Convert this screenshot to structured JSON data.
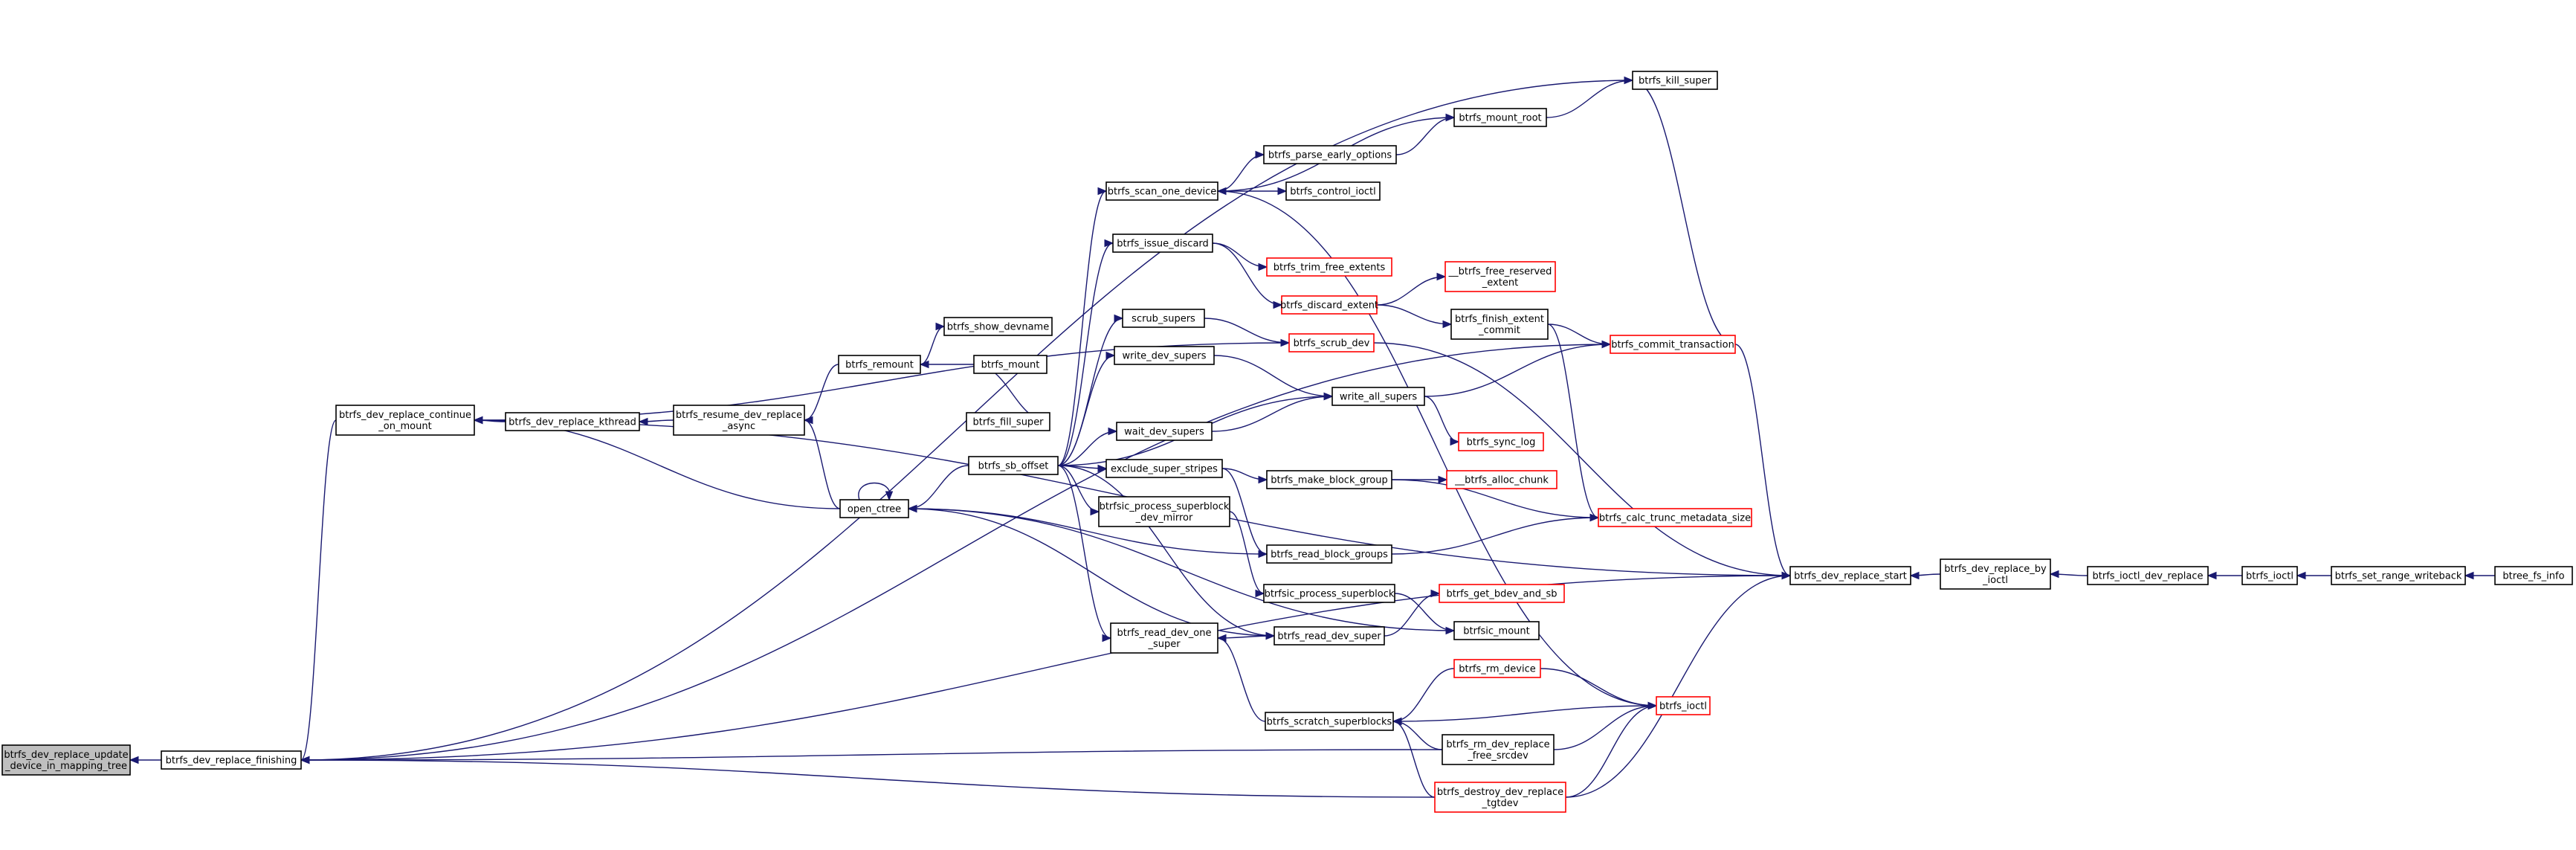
{
  "colors": {
    "edge": "#191970",
    "box_border": "#000000",
    "box_border_red": "#ff0000",
    "box_fill": "#ffffff",
    "root_fill": "#bfbfbf",
    "text": "#000000"
  },
  "nodes": [
    {
      "id": "root",
      "lines": [
        "btrfs_dev_replace_update",
        "_device_in_mapping_tree"
      ],
      "style": "root"
    },
    {
      "id": "finishing",
      "lines": [
        "btrfs_dev_replace_finishing"
      ],
      "style": "normal"
    },
    {
      "id": "continue_on_mount",
      "lines": [
        "btrfs_dev_replace_continue",
        "_on_mount"
      ],
      "style": "normal"
    },
    {
      "id": "kthread",
      "lines": [
        "btrfs_dev_replace_kthread"
      ],
      "style": "normal"
    },
    {
      "id": "resume_async",
      "lines": [
        "btrfs_resume_dev_replace",
        "_async"
      ],
      "style": "normal"
    },
    {
      "id": "remount",
      "lines": [
        "btrfs_remount"
      ],
      "style": "normal"
    },
    {
      "id": "show_devname",
      "lines": [
        "btrfs_show_devname"
      ],
      "style": "normal"
    },
    {
      "id": "mount",
      "lines": [
        "btrfs_mount"
      ],
      "style": "normal"
    },
    {
      "id": "open_ctree",
      "lines": [
        "open_ctree"
      ],
      "style": "normal"
    },
    {
      "id": "fill_super",
      "lines": [
        "btrfs_fill_super"
      ],
      "style": "normal"
    },
    {
      "id": "sb_offset",
      "lines": [
        "btrfs_sb_offset"
      ],
      "style": "normal"
    },
    {
      "id": "scan_one_device",
      "lines": [
        "btrfs_scan_one_device"
      ],
      "style": "normal"
    },
    {
      "id": "issue_discard",
      "lines": [
        "btrfs_issue_discard"
      ],
      "style": "normal"
    },
    {
      "id": "scrub_supers",
      "lines": [
        "scrub_supers"
      ],
      "style": "normal"
    },
    {
      "id": "write_dev_supers",
      "lines": [
        "write_dev_supers"
      ],
      "style": "normal"
    },
    {
      "id": "wait_dev_supers",
      "lines": [
        "wait_dev_supers"
      ],
      "style": "normal"
    },
    {
      "id": "exclude_super_stripes",
      "lines": [
        "exclude_super_stripes"
      ],
      "style": "normal"
    },
    {
      "id": "process_superblock_dev_mirror",
      "lines": [
        "btrfsic_process_superblock",
        "_dev_mirror"
      ],
      "style": "normal"
    },
    {
      "id": "read_dev_one_super",
      "lines": [
        "btrfs_read_dev_one",
        "_super"
      ],
      "style": "normal"
    },
    {
      "id": "mount_root",
      "lines": [
        "btrfs_mount_root"
      ],
      "style": "normal"
    },
    {
      "id": "parse_early_options",
      "lines": [
        "btrfs_parse_early_options"
      ],
      "style": "normal"
    },
    {
      "id": "control_ioctl",
      "lines": [
        "btrfs_control_ioctl"
      ],
      "style": "normal"
    },
    {
      "id": "trim_free_extents",
      "lines": [
        "btrfs_trim_free_extents"
      ],
      "style": "red"
    },
    {
      "id": "discard_extent",
      "lines": [
        "btrfs_discard_extent"
      ],
      "style": "red"
    },
    {
      "id": "scrub_dev",
      "lines": [
        "btrfs_scrub_dev"
      ],
      "style": "red"
    },
    {
      "id": "write_all_supers",
      "lines": [
        "write_all_supers"
      ],
      "style": "normal"
    },
    {
      "id": "sync_log",
      "lines": [
        "btrfs_sync_log"
      ],
      "style": "red"
    },
    {
      "id": "make_block_group",
      "lines": [
        "btrfs_make_block_group"
      ],
      "style": "normal"
    },
    {
      "id": "alloc_chunk",
      "lines": [
        "__btrfs_alloc_chunk"
      ],
      "style": "red"
    },
    {
      "id": "read_block_groups",
      "lines": [
        "btrfs_read_block_groups"
      ],
      "style": "normal"
    },
    {
      "id": "process_superblock",
      "lines": [
        "btrfsic_process_superblock"
      ],
      "style": "normal"
    },
    {
      "id": "read_dev_super",
      "lines": [
        "btrfs_read_dev_super"
      ],
      "style": "normal"
    },
    {
      "id": "get_bdev_and_sb",
      "lines": [
        "btrfs_get_bdev_and_sb"
      ],
      "style": "red"
    },
    {
      "id": "btrfsic_mount",
      "lines": [
        "btrfsic_mount"
      ],
      "style": "normal"
    },
    {
      "id": "rm_device",
      "lines": [
        "btrfs_rm_device"
      ],
      "style": "red"
    },
    {
      "id": "scratch_superblocks",
      "lines": [
        "btrfs_scratch_superblocks"
      ],
      "style": "normal"
    },
    {
      "id": "rm_dev_replace_free_srcdev",
      "lines": [
        "btrfs_rm_dev_replace",
        "_free_srcdev"
      ],
      "style": "normal"
    },
    {
      "id": "destroy_dev_replace_tgtdev",
      "lines": [
        "btrfs_destroy_dev_replace",
        "_tgtdev"
      ],
      "style": "red"
    },
    {
      "id": "free_reserved_extent",
      "lines": [
        "__btrfs_free_reserved",
        "_extent"
      ],
      "style": "red"
    },
    {
      "id": "finish_extent_commit",
      "lines": [
        "btrfs_finish_extent",
        "_commit"
      ],
      "style": "normal"
    },
    {
      "id": "commit_transaction",
      "lines": [
        "btrfs_commit_transaction"
      ],
      "style": "red"
    },
    {
      "id": "calc_trunc_metadata_size",
      "lines": [
        "btrfs_calc_trunc_metadata_size"
      ],
      "style": "red"
    },
    {
      "id": "btrfs_ioctl_op",
      "lines": [
        "btrfs_ioctl"
      ],
      "style": "red"
    },
    {
      "id": "kill_super",
      "lines": [
        "btrfs_kill_super"
      ],
      "style": "normal"
    },
    {
      "id": "replace_start",
      "lines": [
        "btrfs_dev_replace_start"
      ],
      "style": "normal"
    },
    {
      "id": "replace_by_ioctl",
      "lines": [
        "btrfs_dev_replace_by",
        "_ioctl"
      ],
      "style": "normal"
    },
    {
      "id": "ioctl_dev_replace",
      "lines": [
        "btrfs_ioctl_dev_replace"
      ],
      "style": "normal"
    },
    {
      "id": "btrfs_ioctl",
      "lines": [
        "btrfs_ioctl"
      ],
      "style": "normal"
    },
    {
      "id": "set_range_writeback",
      "lines": [
        "btrfs_set_range_writeback"
      ],
      "style": "normal"
    },
    {
      "id": "btree_fs_info",
      "lines": [
        "btree_fs_info"
      ],
      "style": "normal"
    }
  ],
  "edges": [
    [
      "finishing",
      "root"
    ],
    [
      "continue_on_mount",
      "finishing"
    ],
    [
      "kthread",
      "continue_on_mount"
    ],
    [
      "resume_async",
      "kthread"
    ],
    [
      "remount",
      "resume_async"
    ],
    [
      "open_ctree",
      "resume_async"
    ],
    [
      "mount",
      "remount"
    ],
    [
      "remount",
      "show_devname"
    ],
    [
      "open_ctree",
      "continue_on_mount"
    ],
    [
      "open_ctree",
      "open_ctree"
    ],
    [
      "fill_super",
      "mount"
    ],
    [
      "sb_offset",
      "open_ctree"
    ],
    [
      "sb_offset",
      "scan_one_device"
    ],
    [
      "sb_offset",
      "issue_discard"
    ],
    [
      "sb_offset",
      "scrub_supers"
    ],
    [
      "sb_offset",
      "write_dev_supers"
    ],
    [
      "sb_offset",
      "wait_dev_supers"
    ],
    [
      "sb_offset",
      "exclude_super_stripes"
    ],
    [
      "sb_offset",
      "process_superblock_dev_mirror"
    ],
    [
      "sb_offset",
      "read_dev_one_super"
    ],
    [
      "sb_offset",
      "read_dev_super"
    ],
    [
      "sb_offset",
      "write_all_supers"
    ],
    [
      "scan_one_device",
      "mount_root"
    ],
    [
      "scan_one_device",
      "parse_early_options"
    ],
    [
      "scan_one_device",
      "control_ioctl"
    ],
    [
      "parse_early_options",
      "mount_root"
    ],
    [
      "mount_root",
      "kill_super"
    ],
    [
      "issue_discard",
      "trim_free_extents"
    ],
    [
      "issue_discard",
      "discard_extent"
    ],
    [
      "discard_extent",
      "free_reserved_extent"
    ],
    [
      "discard_extent",
      "finish_extent_commit"
    ],
    [
      "finish_extent_commit",
      "commit_transaction"
    ],
    [
      "finish_extent_commit",
      "calc_trunc_metadata_size"
    ],
    [
      "scrub_supers",
      "scrub_dev"
    ],
    [
      "scrub_dev",
      "replace_start"
    ],
    [
      "scrub_dev",
      "continue_on_mount"
    ],
    [
      "write_dev_supers",
      "write_all_supers"
    ],
    [
      "wait_dev_supers",
      "write_all_supers"
    ],
    [
      "write_all_supers",
      "commit_transaction"
    ],
    [
      "write_all_supers",
      "sync_log"
    ],
    [
      "exclude_super_stripes",
      "make_block_group"
    ],
    [
      "exclude_super_stripes",
      "read_block_groups"
    ],
    [
      "make_block_group",
      "alloc_chunk"
    ],
    [
      "make_block_group",
      "calc_trunc_metadata_size"
    ],
    [
      "read_block_groups",
      "open_ctree"
    ],
    [
      "read_block_groups",
      "calc_trunc_metadata_size"
    ],
    [
      "process_superblock_dev_mirror",
      "process_superblock"
    ],
    [
      "process_superblock",
      "btrfsic_mount"
    ],
    [
      "read_dev_one_super",
      "read_dev_super"
    ],
    [
      "read_dev_super",
      "get_bdev_and_sb"
    ],
    [
      "read_dev_super",
      "open_ctree"
    ],
    [
      "btrfsic_mount",
      "open_ctree"
    ],
    [
      "scratch_superblocks",
      "read_dev_one_super"
    ],
    [
      "rm_device",
      "scratch_superblocks"
    ],
    [
      "rm_device",
      "btrfs_ioctl_op"
    ],
    [
      "rm_dev_replace_free_srcdev",
      "scratch_superblocks"
    ],
    [
      "rm_dev_replace_free_srcdev",
      "btrfs_ioctl_op"
    ],
    [
      "rm_dev_replace_free_srcdev",
      "finishing"
    ],
    [
      "destroy_dev_replace_tgtdev",
      "scratch_superblocks"
    ],
    [
      "destroy_dev_replace_tgtdev",
      "btrfs_ioctl_op"
    ],
    [
      "destroy_dev_replace_tgtdev",
      "replace_start"
    ],
    [
      "destroy_dev_replace_tgtdev",
      "finishing"
    ],
    [
      "scratch_superblocks",
      "btrfs_ioctl_op"
    ],
    [
      "commit_transaction",
      "replace_start"
    ],
    [
      "commit_transaction",
      "finishing"
    ],
    [
      "commit_transaction",
      "kill_super"
    ],
    [
      "replace_start",
      "finishing"
    ],
    [
      "replace_start",
      "continue_on_mount"
    ],
    [
      "replace_by_ioctl",
      "replace_start"
    ],
    [
      "ioctl_dev_replace",
      "replace_by_ioctl"
    ],
    [
      "btrfs_ioctl",
      "ioctl_dev_replace"
    ],
    [
      "set_range_writeback",
      "btrfs_ioctl"
    ],
    [
      "btree_fs_info",
      "set_range_writeback"
    ],
    [
      "kill_super",
      "finishing"
    ],
    [
      "btrfs_ioctl_op",
      "scan_one_device"
    ]
  ]
}
